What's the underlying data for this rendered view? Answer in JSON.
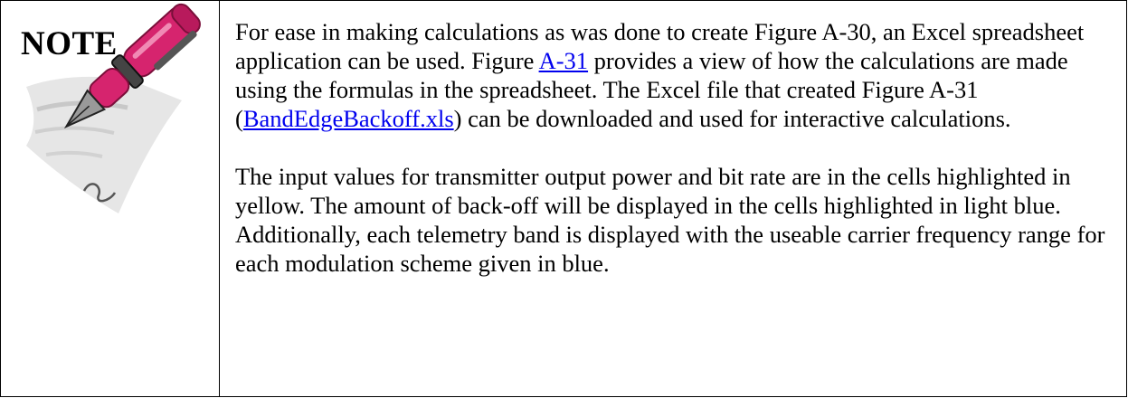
{
  "note": {
    "label": "NOTE",
    "icon": "pen-on-paper-icon"
  },
  "paragraph1": {
    "text_a": "For ease in making calculations as was done to create Figure A-30, an Excel spreadsheet application can be used.  Figure ",
    "link_a": "A-31",
    "text_b": " provides a view of how the calculations are made using the formulas in the spreadsheet. The Excel file that created Figure A-31 (",
    "link_b": "BandEdgeBackoff.xls",
    "text_c": ") can be downloaded and used for interactive calculations."
  },
  "paragraph2": {
    "text": "The input values for transmitter output power and bit rate are in the cells highlighted in yellow.  The amount of back-off will be displayed in the cells highlighted in light blue.  Additionally, each telemetry band is displayed with the useable carrier frequency range for each modulation scheme given in blue."
  },
  "colors": {
    "link": "#0000ee",
    "pen_body": "#d6246e",
    "text": "#000000"
  }
}
